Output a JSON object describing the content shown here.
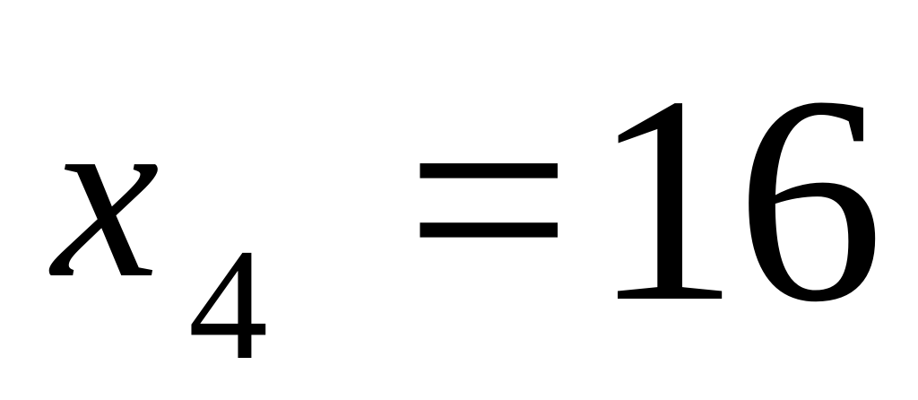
{
  "equation": {
    "variable": "x",
    "subscript": "4",
    "operator": "=",
    "value": "16"
  }
}
